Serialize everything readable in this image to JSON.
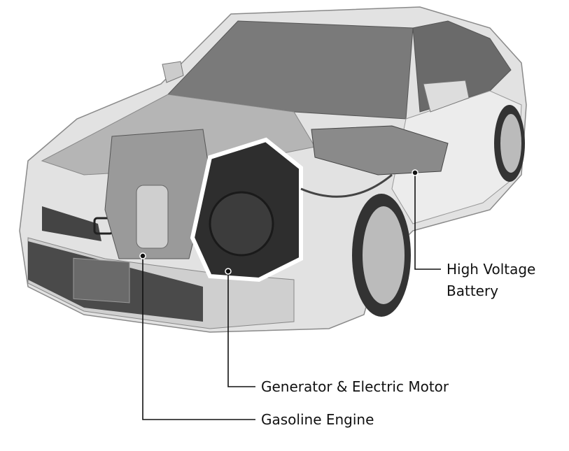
{
  "callouts": {
    "battery": {
      "line1": "High Voltage",
      "line2": "Battery"
    },
    "motor": {
      "label": "Generator & Electric Motor"
    },
    "engine": {
      "label": "Gasoline Engine"
    }
  },
  "colors": {
    "body": "#e4e4e4",
    "dark": "#3a3a3a",
    "line": "#111111"
  }
}
